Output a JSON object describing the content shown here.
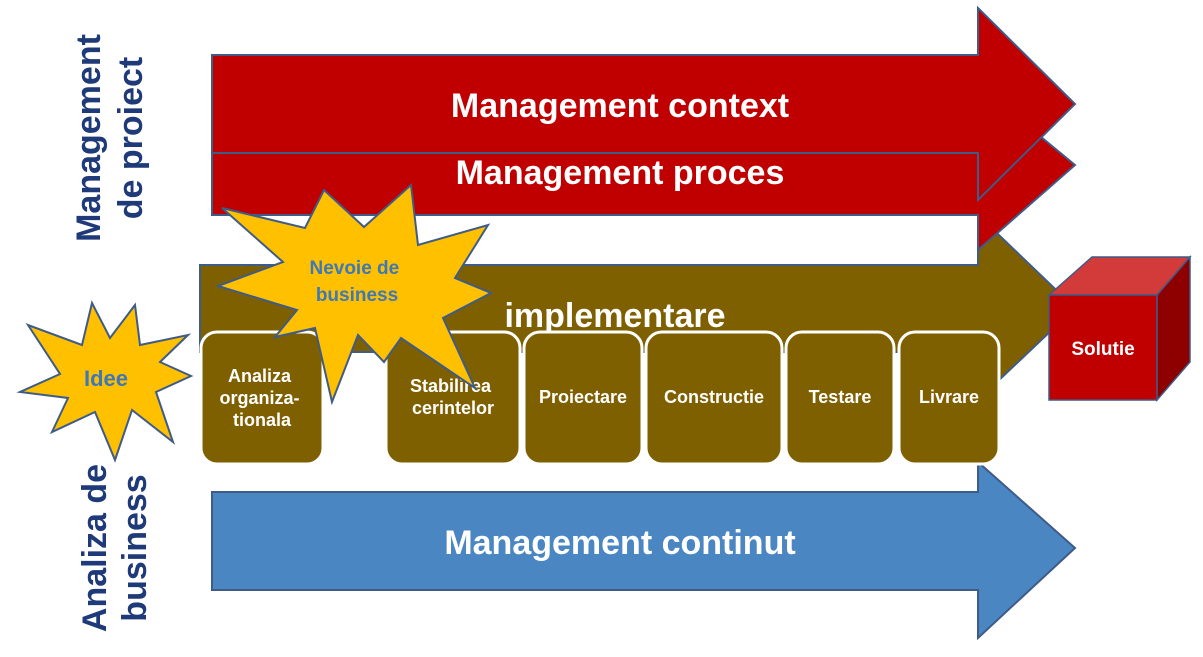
{
  "side_labels": {
    "top_line1": "Management",
    "top_line2": "de proiect",
    "bottom_line1": "Analiza de",
    "bottom_line2": "business"
  },
  "arrows": {
    "context": "Management context",
    "proces": "Management proces",
    "implementare": "implementare",
    "continut": "Management continut"
  },
  "stars": {
    "idee": "Idee",
    "nevoie_line1": "Nevoie de",
    "nevoie_line2": "business"
  },
  "phases": {
    "analiza": [
      "Analiza",
      "organiza-",
      "tionala"
    ],
    "stabilirea": [
      "Stabilirea",
      "cerintelor"
    ],
    "proiectare": [
      "Proiectare"
    ],
    "constructie": [
      "Constructie"
    ],
    "testare": [
      "Testare"
    ],
    "livrare": [
      "Livrare"
    ]
  },
  "solution": "Solutie",
  "colors": {
    "red_arrow": "#c00000",
    "olive_arrow": "#7f6000",
    "blue_arrow": "#4a86c2",
    "star_fill": "#ffc000",
    "side_text": "#1f3a78",
    "cube_front": "#c00000",
    "cube_top": "#d33b3b",
    "cube_side": "#8e0000"
  }
}
